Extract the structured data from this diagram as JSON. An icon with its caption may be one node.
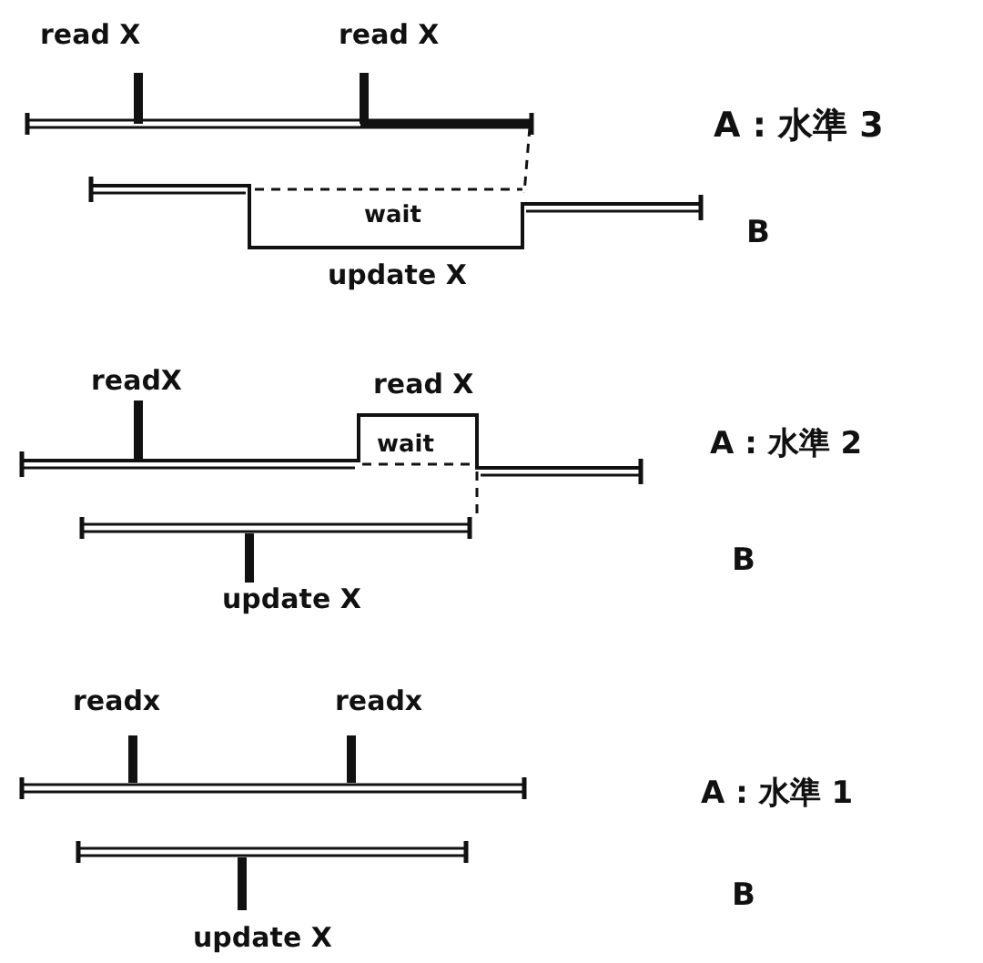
{
  "diagram": {
    "labels": [
      "read X",
      "read X",
      "A : 水準 3",
      "wait",
      "B",
      "update X",
      "readX",
      "read X",
      "wait",
      "A : 水準 2",
      "B",
      "update X",
      "readx",
      "readx",
      "A : 水準 1",
      "B",
      "update X"
    ]
  }
}
